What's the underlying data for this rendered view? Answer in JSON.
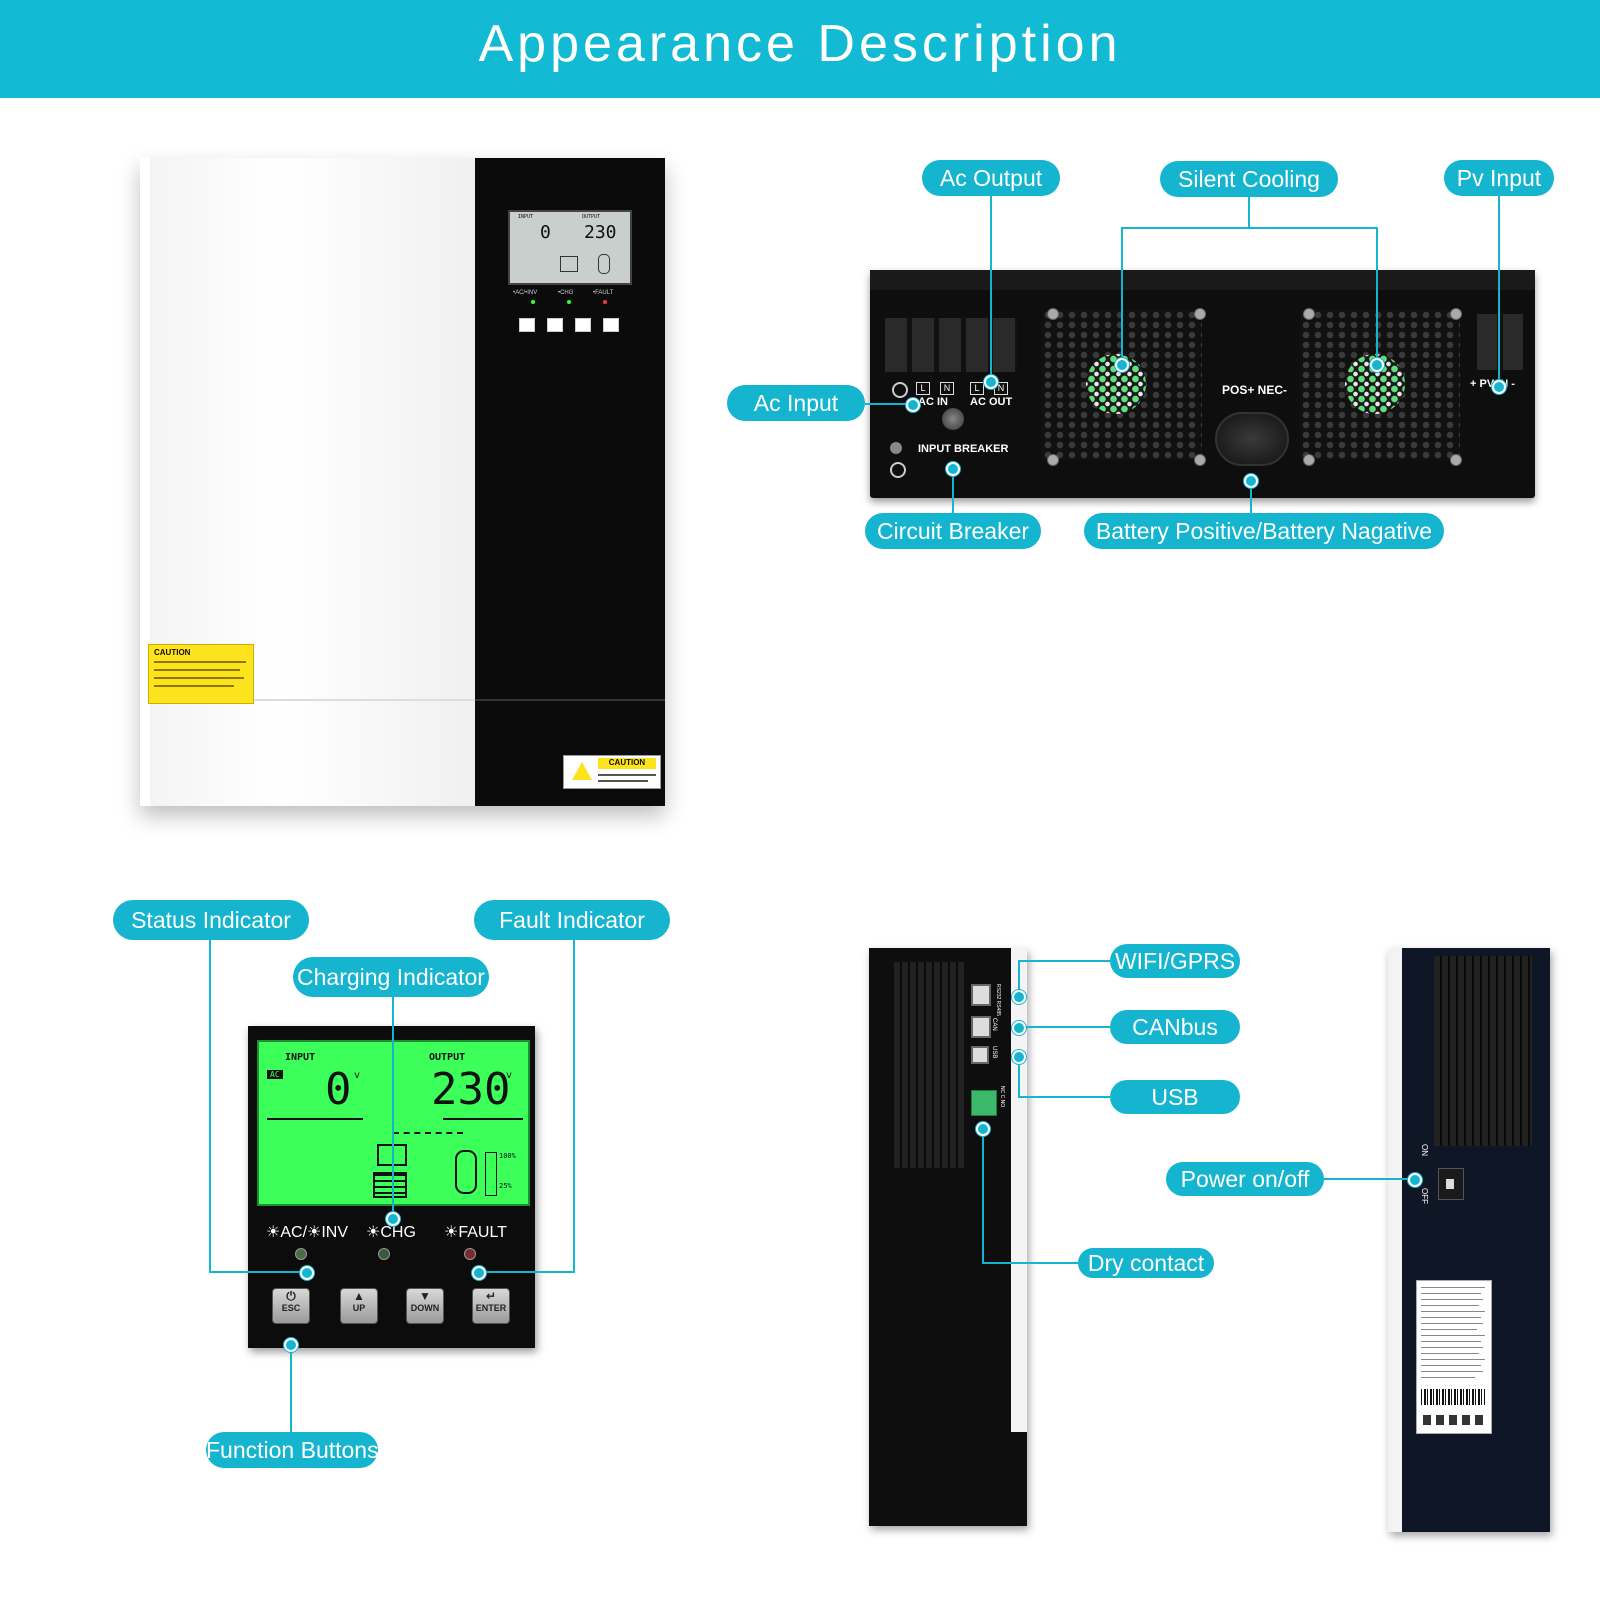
{
  "header": {
    "title": "Appearance Description"
  },
  "front_view": {
    "lcd": {
      "input_label": "INPUT",
      "output_label": "OUTPUT",
      "input_value": "0",
      "output_value": "230"
    },
    "indicators": [
      "•AC/•INV",
      "•CHG",
      "•FAULT"
    ],
    "caution_label": "CAUTION",
    "caution_label_bottom": "CAUTION"
  },
  "bottom_view": {
    "callouts": {
      "ac_output": "Ac Output",
      "silent_cooling": "Silent Cooling",
      "pv_input": "Pv Input",
      "ac_input": "Ac Input",
      "circuit_breaker": "Circuit Breaker",
      "battery": "Battery Positive/Battery Nagative"
    },
    "labels": {
      "ac_in": "AC IN",
      "ac_out": "AC OUT",
      "l": "L",
      "n": "N",
      "input_breaker": "INPUT BREAKER",
      "pos_neg": "POS+  NEC-",
      "pv_in": "+ PV  IN -"
    }
  },
  "panel_view": {
    "callouts": {
      "status": "Status Indicator",
      "charging": "Charging Indicator",
      "fault": "Fault Indicator",
      "function_buttons": "Function Buttons"
    },
    "lcd": {
      "input_label": "INPUT",
      "output_label": "OUTPUT",
      "ac_tag": "AC",
      "input_value": "0",
      "input_unit": "v",
      "output_value": "230",
      "output_unit": "v",
      "pct_100": "100%",
      "pct_25": "25%"
    },
    "indicators": {
      "ac_inv": "☀AC/☀INV",
      "chg": "☀CHG",
      "fault": "☀FAULT"
    },
    "buttons": {
      "esc": "ESC",
      "up": "UP",
      "down": "DOWN",
      "enter": "ENTER"
    },
    "colors": {
      "lcd_green": "#3cff5a",
      "accent": "#15b4cf"
    }
  },
  "side_view": {
    "callouts": {
      "wifi": "WIFI/GPRS",
      "canbus": "CANbus",
      "usb": "USB",
      "power": "Power on/off",
      "dry_contact": "Dry contact"
    },
    "port_labels": {
      "rs": "RS232 RS485",
      "can": "CAN",
      "usb": "USB",
      "nc": "NC C NO"
    },
    "switch": {
      "on": "ON",
      "off": "OFF"
    }
  }
}
